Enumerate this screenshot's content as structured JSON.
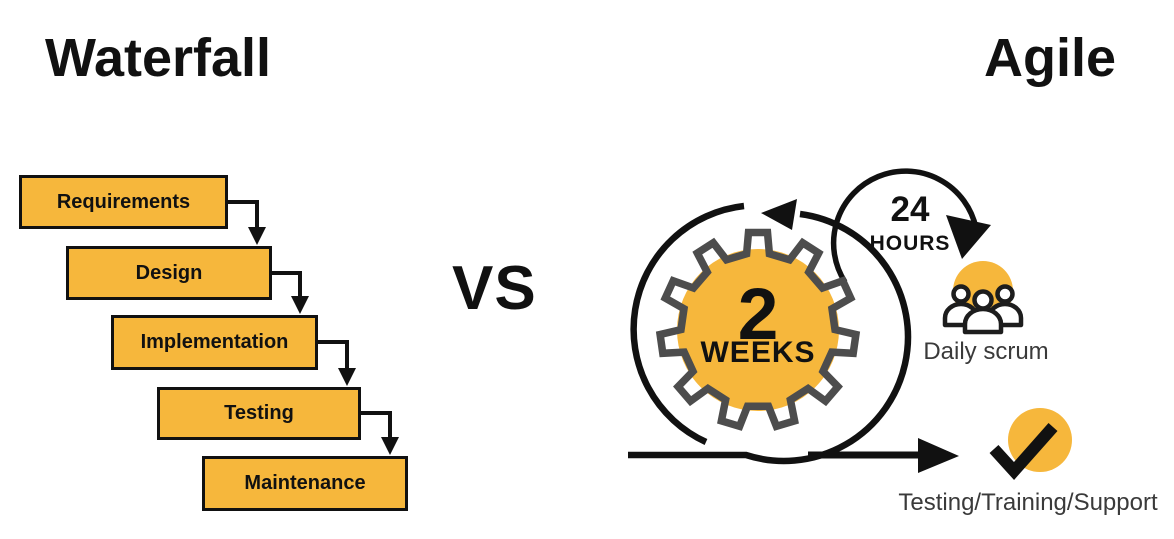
{
  "colors": {
    "accent_yellow": "#F6B73C",
    "outline_gray": "#4D4D4D",
    "ink": "#111111",
    "label_gray": "#3A3A3A"
  },
  "diagram": {
    "left": {
      "title": "Waterfall",
      "phases": [
        "Requirements",
        "Design",
        "Implementation",
        "Testing",
        "Maintenance"
      ]
    },
    "versus": "VS",
    "right": {
      "title": "Agile",
      "sprint_cycle": {
        "value": "2",
        "unit": "WEEKS"
      },
      "daily_cycle": {
        "value": "24",
        "unit": "HOURS",
        "label": "Daily scrum"
      },
      "release": {
        "label": "Testing/Training/Support"
      }
    },
    "icons": {
      "sprint_loop": "loop-arrow-icon",
      "daily_loop": "loop-arrow-icon",
      "gear": "gear-icon",
      "daily_scrum": "people-icon",
      "release": "checkmark-icon"
    }
  }
}
